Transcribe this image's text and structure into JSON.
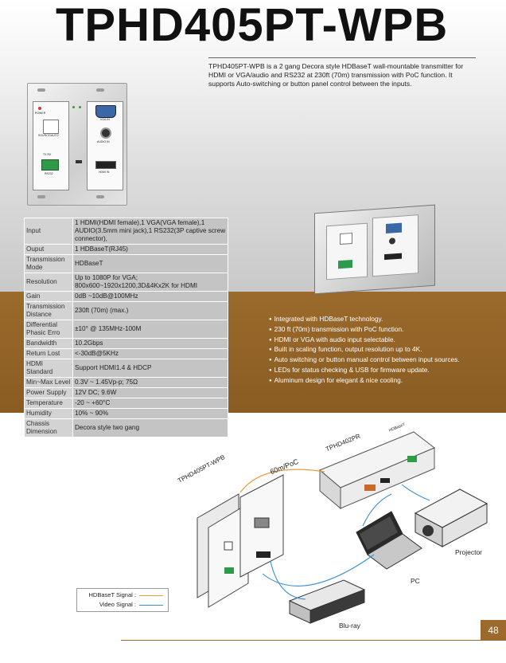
{
  "title": "TPHD405PT-WPB",
  "description": "TPHD405PT-WPB is a 2 gang Decora style HDBaseT wall-mountable transmitter for HDMI or VGA/audio and RS232 at 230ft (70m) transmission with PoC function. It supports Auto-switching or button panel control between the inputs.",
  "device_labels": {
    "power": "POWER",
    "source": "SOURCE/AUTO",
    "tx_rx": "TX RX",
    "rs232": "RS232",
    "hdmi_in": "HDMI IN",
    "vga_in": "VGA IN",
    "audio_in": "AUDIO IN",
    "auto": "AUTO",
    "hdmi": "HDMI",
    "vga": "VGA"
  },
  "specs": [
    {
      "k": "Input",
      "v": "1 HDMI(HDMI female),1 VGA(VGA female),1 AUDIO(3.5mm mini jack),1 RS232(3P captive screw connector),"
    },
    {
      "k": "Ouput",
      "v": "1 HDBaseT(RJ45)"
    },
    {
      "k": "Transmission Mode",
      "v": "HDBaseT"
    },
    {
      "k": "Resolution",
      "v": "Up to 1080P for VGA; 800x600~1920x1200,3D&4Kx2K for HDMI"
    },
    {
      "k": "Gain",
      "v": "0dB ~10dB@100MHz"
    },
    {
      "k": "Transmission Distance",
      "v": "230ft (70m) (max.)"
    },
    {
      "k": "Differential Phasic Erro",
      "v": "±10° @ 135MHz-100M"
    },
    {
      "k": "Bandwidth",
      "v": "10.2Gbps"
    },
    {
      "k": "Return Lost",
      "v": "<-30dB@5KHz"
    },
    {
      "k": "HDMI Standard",
      "v": "Support HDMI1.4 & HDCP"
    },
    {
      "k": "Min~Max Level",
      "v": "0.3V ~ 1.45Vp-p; 75Ω"
    },
    {
      "k": "Power Supply",
      "v": "12V DC; 9.6W"
    },
    {
      "k": "Temperature",
      "v": "-20 ~ +60°C"
    },
    {
      "k": "Humidity",
      "v": "10% ~ 90%"
    },
    {
      "k": "Chassis Dimension",
      "v": "Decora style two gang"
    }
  ],
  "features": [
    "Integrated with HDBaseT technology.",
    "230 ft (70m) transmission with PoC function.",
    "HDMI or VGA with audio input selectable.",
    "Built in scaling function, output resolution up to 4K.",
    "Auto switching or button manual control between input sources.",
    "LEDs for status checking & USB for firmware update.",
    "Aluminum design for elegant & nice cooling."
  ],
  "diagram": {
    "tx_label": "TPHD405PT-WPB",
    "rx_label": "TPHD402PR",
    "rx_badge": "HDBaseT",
    "cable_label": "60m/PoC",
    "projector": "Projector",
    "pc": "PC",
    "bluray": "Blu-ray",
    "legend_hdbaset": "HDBaseT Signal :",
    "legend_video": "Video Signal :"
  },
  "colors": {
    "accent_brown": "#9b6a2c",
    "hdbaset_line": "#e89a3c",
    "video_line": "#3a8fd6"
  },
  "page_number": "48"
}
